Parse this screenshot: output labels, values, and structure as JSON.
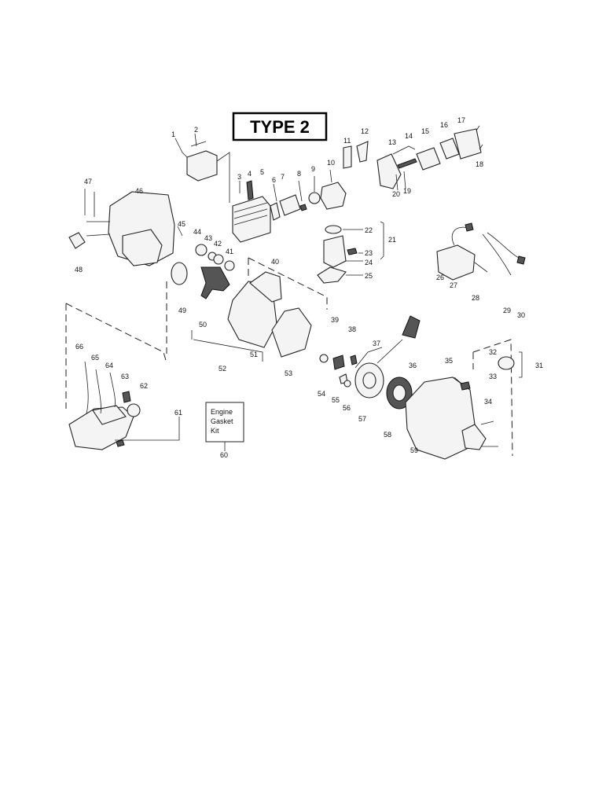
{
  "title": "TYPE 2",
  "kit_label": {
    "line1": "Engine",
    "line2": "Gasket",
    "line3": "Kit",
    "number": "60"
  },
  "labels": {
    "n1": "1",
    "n2": "2",
    "n3": "3",
    "n4": "4",
    "n5": "5",
    "n6": "6",
    "n7": "7",
    "n8": "8",
    "n9": "9",
    "n10": "10",
    "n11": "11",
    "n12": "12",
    "n13": "13",
    "n14": "14",
    "n15": "15",
    "n16": "16",
    "n17": "17",
    "n18": "18",
    "n19": "19",
    "n20": "20",
    "n21": "21",
    "n22": "22",
    "n23": "23",
    "n24": "24",
    "n25": "25",
    "n26": "26",
    "n27": "27",
    "n28": "28",
    "n29": "29",
    "n30": "30",
    "n31": "31",
    "n32": "32",
    "n33": "33",
    "n34": "34",
    "n35": "35",
    "n36": "36",
    "n37": "37",
    "n38": "38",
    "n39": "39",
    "n40": "40",
    "n41": "41",
    "n42": "42",
    "n43": "43",
    "n44": "44",
    "n45": "45",
    "n46": "46",
    "n47": "47",
    "n48": "48",
    "n49": "49",
    "n50": "50",
    "n51": "51",
    "n52": "52",
    "n53": "53",
    "n54": "54",
    "n55": "55",
    "n56": "56",
    "n57": "57",
    "n58": "58",
    "n59": "59",
    "n61": "61",
    "n62": "62",
    "n63": "63",
    "n64": "64",
    "n65": "65",
    "n66": "66"
  }
}
